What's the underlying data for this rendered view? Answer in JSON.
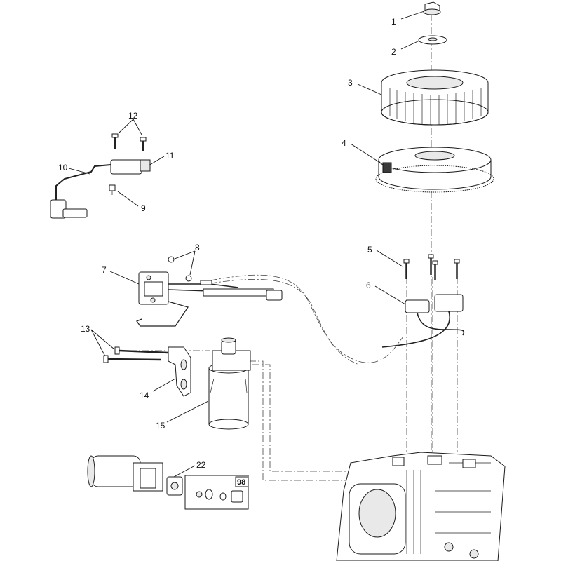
{
  "diagram": {
    "callouts": [
      {
        "id": "c1",
        "label": "1"
      },
      {
        "id": "c2",
        "label": "2"
      },
      {
        "id": "c3",
        "label": "3"
      },
      {
        "id": "c4",
        "label": "4"
      },
      {
        "id": "c5",
        "label": "5"
      },
      {
        "id": "c6",
        "label": "6"
      },
      {
        "id": "c7",
        "label": "7"
      },
      {
        "id": "c8",
        "label": "8"
      },
      {
        "id": "c9",
        "label": "9"
      },
      {
        "id": "c10",
        "label": "10"
      },
      {
        "id": "c11",
        "label": "11"
      },
      {
        "id": "c12",
        "label": "12"
      },
      {
        "id": "c13",
        "label": "13"
      },
      {
        "id": "c14",
        "label": "14"
      },
      {
        "id": "c15",
        "label": "15"
      },
      {
        "id": "c22",
        "label": "22"
      }
    ],
    "kit_label": "98"
  }
}
